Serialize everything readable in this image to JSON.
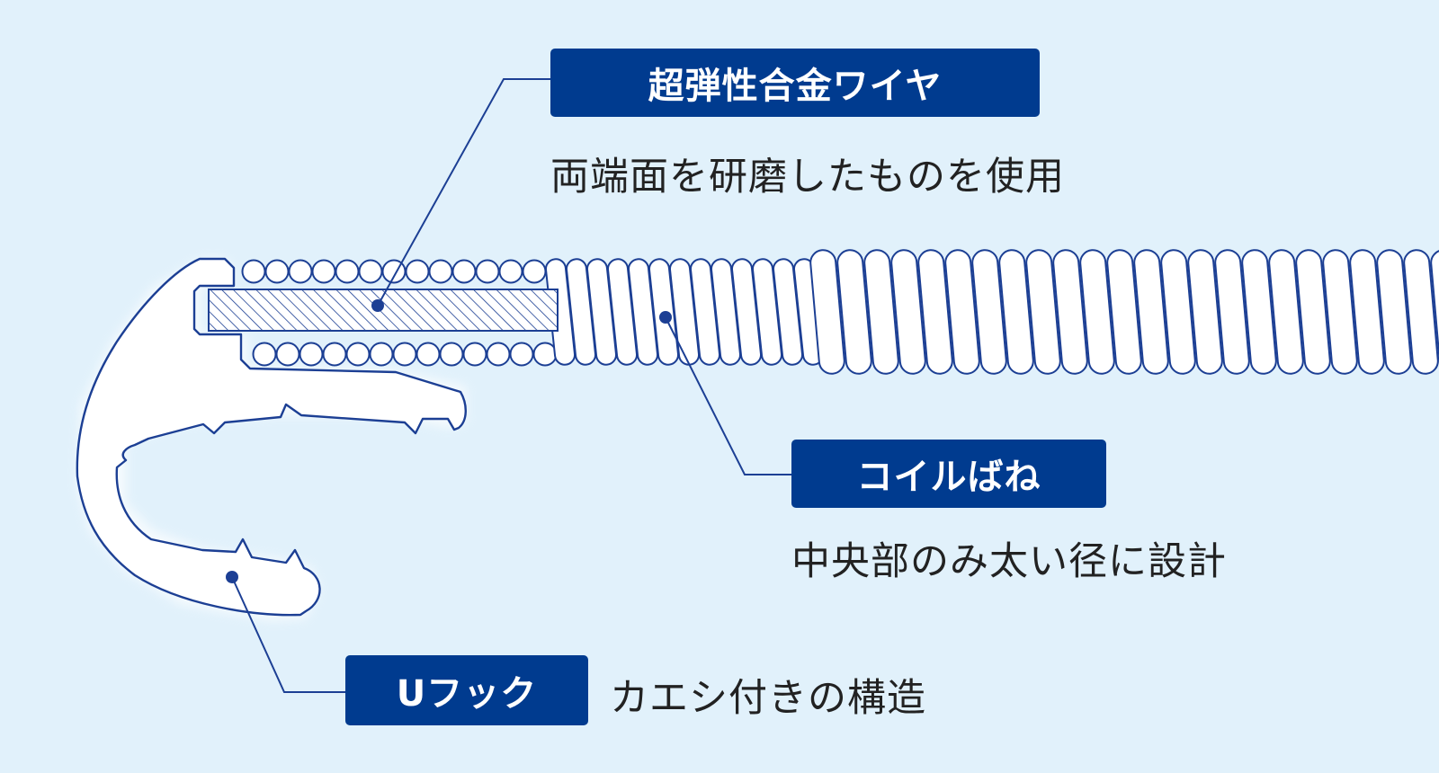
{
  "colors": {
    "background": "#e1f1fb",
    "line": "#1c3f94",
    "fill": "#ffffff",
    "badge": "#003b8f",
    "text": "#222222"
  },
  "callouts": {
    "wire": {
      "label": "超弾性合金ワイヤ",
      "description": "両端面を研磨したものを使用"
    },
    "coil": {
      "label": "コイルばね",
      "description": "中央部のみ太い径に設計"
    },
    "hook": {
      "label": "Uフック",
      "description": "カエシ付きの構造"
    }
  }
}
